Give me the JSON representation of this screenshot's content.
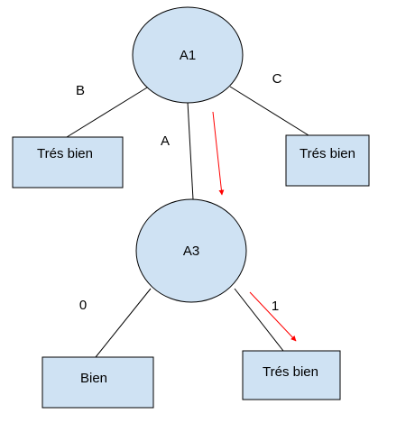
{
  "nodes": {
    "a1": {
      "label": "A1"
    },
    "a3": {
      "label": "A3"
    },
    "leaf_b": {
      "label": "Trés bien"
    },
    "leaf_c": {
      "label": "Trés bien"
    },
    "leaf_0": {
      "label": "Bien"
    },
    "leaf_1": {
      "label": "Trés bien"
    }
  },
  "edges": {
    "a1_b": {
      "label": "B"
    },
    "a1_a": {
      "label": "A"
    },
    "a1_c": {
      "label": "C"
    },
    "a3_0": {
      "label": "0"
    },
    "a3_1": {
      "label": "1"
    }
  },
  "colors": {
    "node_fill": "#cfe2f3",
    "node_stroke": "#000000",
    "edge_stroke": "#000000",
    "path_arrow": "#ff0000"
  }
}
